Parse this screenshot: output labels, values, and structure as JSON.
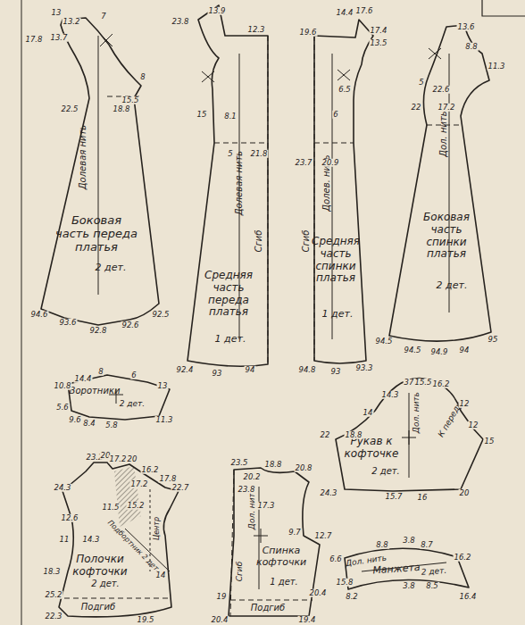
{
  "diagram": {
    "nodes": [
      {
        "text": [
          "Боковая часть переда платья",
          "2 дет.",
          "Долевая нить"
        ]
      },
      {
        "text": [
          "Средняя часть переда платья",
          "1 дет.",
          "Сгиб",
          "Долевая нить"
        ]
      },
      {
        "text": [
          "Средняя часть спинки платья",
          "1 дет.",
          "Сгиб",
          "Долев. нить"
        ]
      },
      {
        "text": [
          "Боковая часть спинки платья",
          "2 дет.",
          "Дол. нить"
        ]
      },
      {
        "text": [
          "Воротники",
          "2 дет."
        ]
      },
      {
        "text": [
          "Рукав к кофточке",
          "2 дет.",
          "Дол. нить",
          "К переду"
        ]
      },
      {
        "text": [
          "Полочки кофточки",
          "2 дет.",
          "Подгиб",
          "Подбортник 2 дет.",
          "Центр"
        ]
      },
      {
        "text": [
          "Спинка кофточки",
          "1 дет.",
          "Сгиб",
          "Дол. нить",
          "Подгиб"
        ]
      },
      {
        "text": [
          "Манжета",
          "2 дет.",
          "Дол. нить"
        ]
      }
    ],
    "labels": [
      "13",
      "13.2",
      "17.8",
      "13.7",
      "7",
      "8",
      "15.5",
      "22.5",
      "18.8",
      "94.6",
      "93.6",
      "92.8",
      "92.6",
      "92.5",
      "23.8",
      "13.9",
      "12.3",
      "15",
      "8.1",
      "5",
      "21.8",
      "92.4",
      "93",
      "94",
      "19.6",
      "14.4",
      "17.6",
      "17.4",
      "13.5",
      "6.5",
      "6",
      "23.7",
      "20.9",
      "94.8",
      "93",
      "93.3",
      "13.6",
      "8.8",
      "11.3",
      "5",
      "22.6",
      "22",
      "17.2",
      "94.5",
      "94.5",
      "94.9",
      "94",
      "95",
      "10.8",
      "14.4",
      "8",
      "6",
      "13",
      "5.6",
      "9.6",
      "8.4",
      "5.8",
      "11.3",
      "14",
      "14.3",
      "37",
      "15.5",
      "16.2",
      "12",
      "12",
      "15",
      "22",
      "18.8",
      "24.3",
      "15.7",
      "16",
      "20",
      "23.2",
      "20",
      "17.2",
      "20",
      "16.2",
      "17.2",
      "17.8",
      "22.7",
      "24.3",
      "12.6",
      "11",
      "14.3",
      "11.5",
      "15.2",
      "18.3",
      "14",
      "25.2",
      "22.3",
      "19.5",
      "23.5",
      "20.2",
      "23.8",
      "18.8",
      "17.3",
      "20.8",
      "9.7",
      "12.7",
      "19",
      "20.4",
      "19.4",
      "20.4",
      "8.8",
      "3.8",
      "8.7",
      "6.6",
      "16.2",
      "15.8",
      "8.2",
      "3.8",
      "8.5",
      "16.4"
    ]
  }
}
